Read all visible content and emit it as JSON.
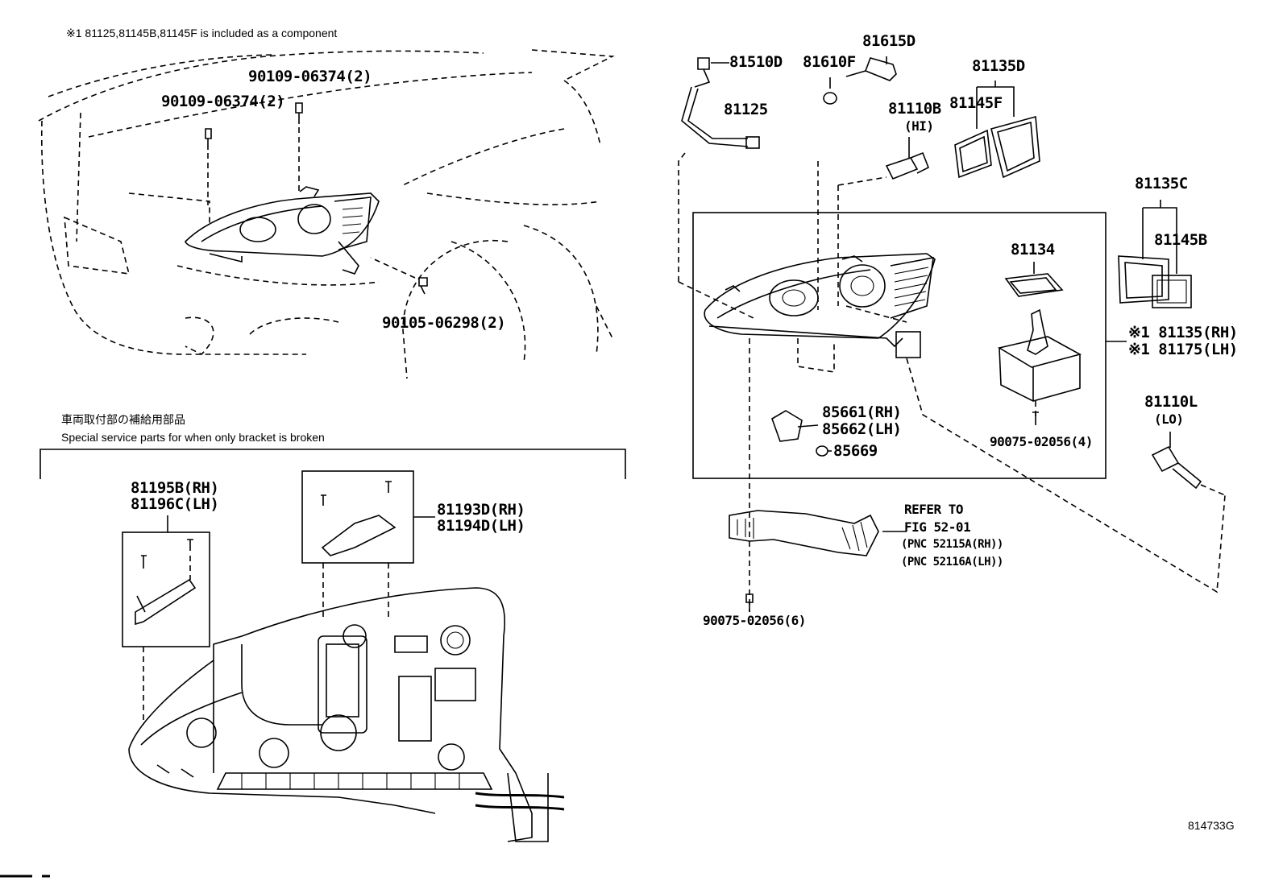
{
  "notes": {
    "component_note": "※1 81125,81145B,81145F is included as a component",
    "service_jp": "車両取付部の補給用部品",
    "service_en": "Special service parts for when only bracket is broken",
    "figure_id": "814733G"
  },
  "labels": {
    "p90109_a": "90109-06374(2)",
    "p90109_b": "90109-06374(2)",
    "p90105": "90105-06298(2)",
    "p81510D": "81510D",
    "p81610F": "81610F",
    "p81615D": "81615D",
    "p81125": "81125",
    "p81110B": "81110B",
    "p81110B_hi": "(HI)",
    "p81135D": "81135D",
    "p81145F": "81145F",
    "p81135C": "81135C",
    "p81145B": "81145B",
    "p81134": "81134",
    "p81135_rh": "※1 81135(RH)",
    "p81175_lh": "※1 81175(LH)",
    "p85661": "85661(RH)",
    "p85662": "85662(LH)",
    "p85669": "85669",
    "p90075_4": "90075-02056(4)",
    "p81110L": "81110L",
    "p81110L_lo": "(LO)",
    "refer_1": "REFER TO",
    "refer_2": "FIG 52-01",
    "refer_3": "(PNC 52115A(RH))",
    "refer_4": "(PNC 52116A(LH))",
    "p90075_6": "90075-02056(6)",
    "p81195B": "81195B(RH)",
    "p81196C": "81196C(LH)",
    "p81193D": "81193D(RH)",
    "p81194D": "81194D(LH)"
  }
}
